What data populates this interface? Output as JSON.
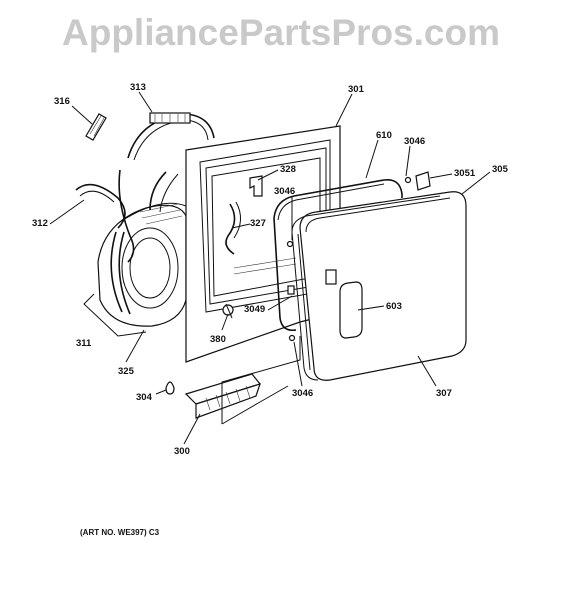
{
  "watermark": "AppliancePartsPros.com",
  "caption": "(ART NO. WE397) C3",
  "callouts": {
    "c316": "316",
    "c313": "313",
    "c301": "301",
    "c610": "610",
    "c3046a": "3046",
    "c3051": "3051",
    "c305": "305",
    "c312": "312",
    "c328": "328",
    "c3046b": "3046",
    "c327": "327",
    "c603": "603",
    "c3049": "3049",
    "c380": "380",
    "c311": "311",
    "c325": "325",
    "c304": "304",
    "c3046c": "3046",
    "c307": "307",
    "c300": "300"
  }
}
